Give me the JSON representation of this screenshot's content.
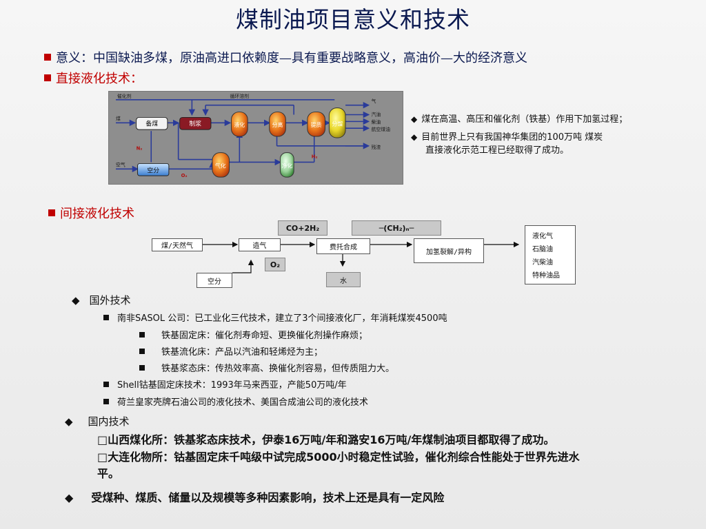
{
  "title": "煤制油项目意义和技术",
  "significance": "意义：中国缺油多煤，原油高进口依赖度—具有重要战略意义，高油价—大的经济意义",
  "direct": {
    "heading": "直接液化技术：",
    "diagram": {
      "top_labels": [
        "催化剂",
        "循环溶剂"
      ],
      "left_labels": [
        "煤",
        "空气"
      ],
      "units": [
        "备煤",
        "制浆",
        "液化",
        "分离",
        "提质",
        "分馏",
        "空分",
        "气化",
        "净化"
      ],
      "stream_labels": [
        "N₂",
        "O₂",
        "H₂"
      ],
      "products": [
        "气",
        "汽油",
        "柴油",
        "航空煤油",
        "残渣"
      ]
    },
    "notes": [
      "煤在高温、高压和催化剂（铁基）作用下加氢过程；",
      "目前世界上只有我国神华集团的100万吨 煤炭",
      "直接液化示范工程已经取得了成功。"
    ]
  },
  "indirect": {
    "heading": "间接液化技术",
    "diagram": {
      "feed": "煤/天然气",
      "gasify": "造气",
      "air": "空分",
      "o2": "O₂",
      "syngas": "CO+2H₂",
      "ft": "费托合成",
      "water": "水",
      "chain": "─(CH₂)ₙ─",
      "upgrade": "加氢裂解/异构",
      "products": [
        "液化气",
        "石脑油",
        "汽柴油",
        "特种油品"
      ]
    }
  },
  "foreign": {
    "heading": "国外技术",
    "items": [
      "南非SASOL  公司：已工业化三代技术，建立了3个间接液化厂，年消耗煤炭4500吨",
      "铁基固定床：催化剂寿命短、更换催化剂操作麻烦；",
      "铁基流化床：产品以汽油和轻烯烃为主；",
      "铁基浆态床：传热效率高、换催化剂容易，但传质阻力大。",
      "Shell钴基固定床技术：1993年马来西亚，产能50万吨/年",
      "荷兰皇家壳牌石油公司的液化技术、美国合成油公司的液化技术"
    ]
  },
  "domestic": {
    "heading": "国内技术",
    "items": [
      "山西煤化所：铁基浆态床技术，伊泰16万吨/年和潞安16万吨/年煤制油项目都取得了成功。",
      "大连化物所：钴基固定床千吨级中试完成5000小时稳定性试验，催化剂综合性能处于世界先进水",
      "平。"
    ]
  },
  "risk": "受煤种、煤质、储量以及规模等多种因素影响，技术上还是具有一定风险"
}
